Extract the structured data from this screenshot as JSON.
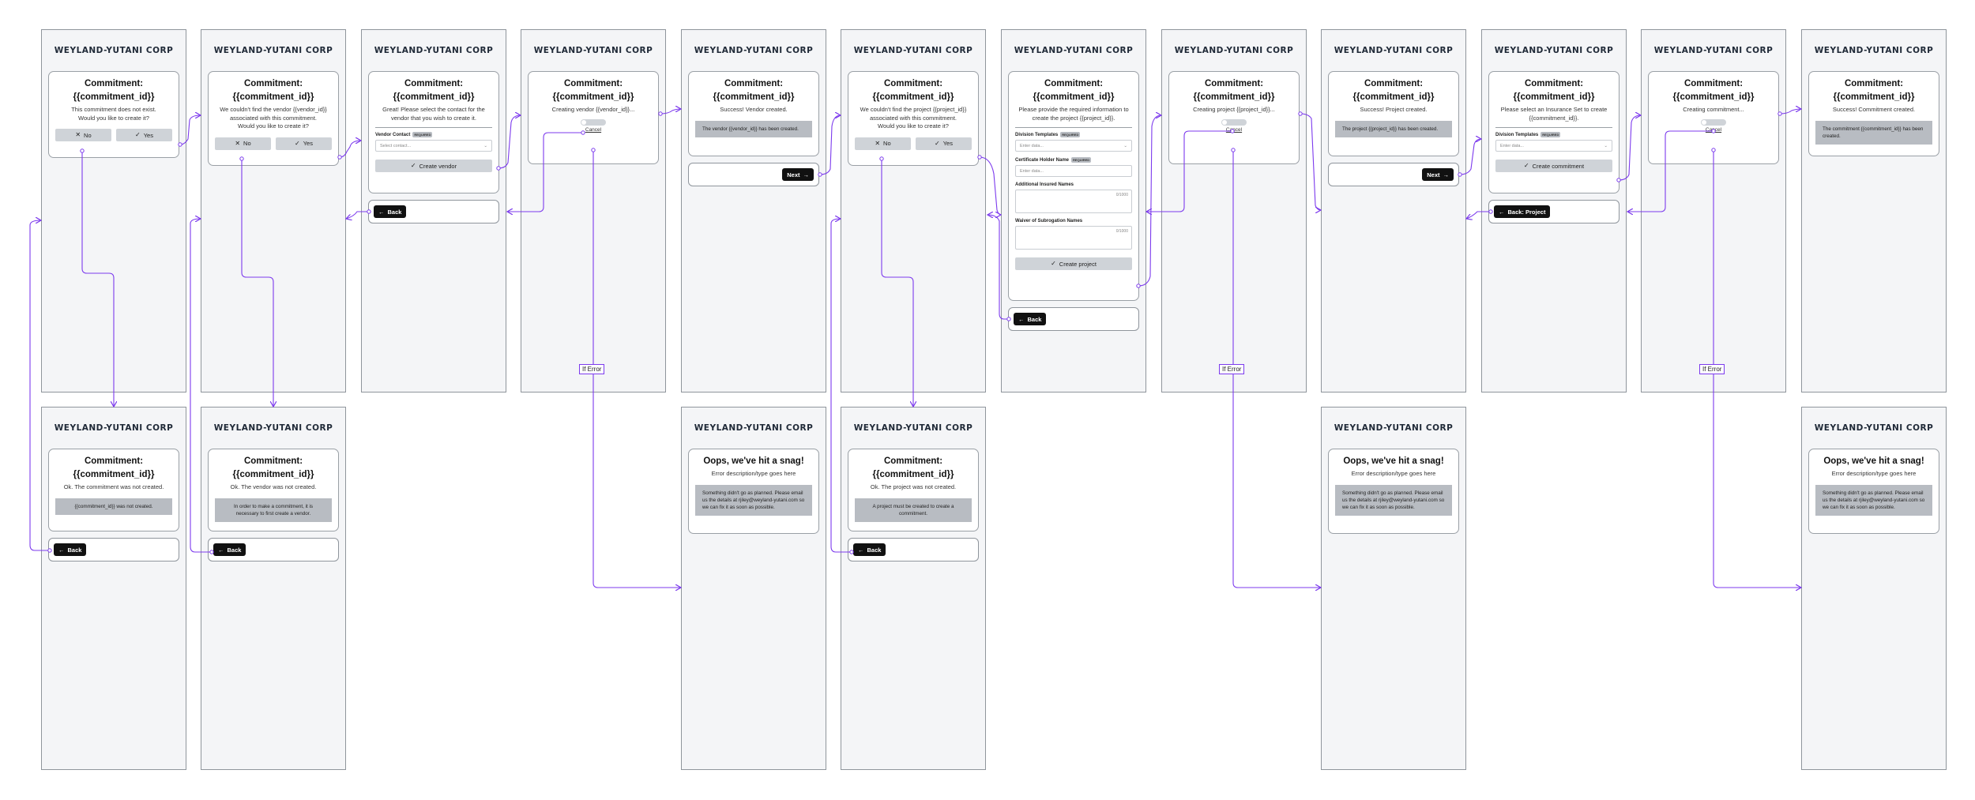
{
  "brand": "WEYLAND-YUTANI CORP",
  "colors": {
    "connector": "#7c3aed",
    "frame_bg": "#f4f5f7",
    "primary_button": "#111111",
    "info_box": "#b8bcc2"
  },
  "icons": {
    "check": "check-icon",
    "close": "x-icon",
    "arrow_left": "arrow-left-icon",
    "arrow_right": "arrow-right-icon",
    "chevron": "chevron-down-icon",
    "resize": "resize-handle-icon"
  },
  "common": {
    "commitment_title": "Commitment:",
    "commitment_id": "{{commitment_id}}",
    "yes": "Yes",
    "no": "No",
    "back": "Back",
    "next": "Next",
    "cancel": "Cancel",
    "if_error": "If Error",
    "required": "REQUIRED",
    "enter_data": "Enter data...",
    "char_count": "0/1000"
  },
  "s1": {
    "msg1": "This commitment does not exist.",
    "msg2": "Would you like to create it?"
  },
  "s2": {
    "msg1": "We couldn't find the vendor {{vendor_id}}",
    "msg2": "associated with this commitment.",
    "msg3": "Would you like to create it?"
  },
  "s3": {
    "msg1": "Great! Please select the contact for the",
    "msg2": "vendor that you wish to create it.",
    "field_label": "Vendor Contact",
    "placeholder": "Select contact...",
    "button": "Create vendor"
  },
  "s4": {
    "msg": "Creating vendor {{vendor_id}}..."
  },
  "s5": {
    "msg": "Success! Vendor created.",
    "box": "The vendor {{vendor_id}} has been created."
  },
  "s6": {
    "msg1": "We couldn't find the project {{project_id}}",
    "msg2": "associated with this commitment.",
    "msg3": "Would you like to create it?"
  },
  "s7": {
    "msg1": "Please provide the required information to",
    "msg2": "create the project {{project_id}}.",
    "f1": "Division Templates",
    "f2": "Certificate Holder Name",
    "f3": "Additional Insured Names",
    "f4": "Waiver of Subrogation Names",
    "button": "Create project"
  },
  "s8": {
    "msg": "Creating project {{project_id}}..."
  },
  "s9": {
    "msg": "Success! Project created.",
    "box": "The project {{project_id}} has been created."
  },
  "s10": {
    "msg1": "Please select an Insurance Set to create",
    "msg2": "{{commitment_id}}.",
    "field_label": "Division Templates",
    "button": "Create commitment",
    "back": "Back: Project"
  },
  "s11": {
    "msg": "Creating commitment..."
  },
  "s12": {
    "msg": "Success! Commitment created.",
    "box": "The commitment {{commitment_id}} has been created."
  },
  "b1": {
    "msg": "Ok. The commitment was not created.",
    "box": "{{commitment_id}} was not created."
  },
  "b2": {
    "msg": "Ok. The vendor was not created.",
    "box": "In order to make a commitment, it is necessary to first create a vendor."
  },
  "err": {
    "title": "Oops, we've hit a snag!",
    "msg": "Error description/type goes here",
    "box_pre": "Something didn't go as planned. Please email us the details at ",
    "email": "rjiley@weyland-yutani.com",
    "box_post": " so we can fix it as soon as possible."
  },
  "b6": {
    "msg": "Ok. The project was not created.",
    "box": "A project must be created to create a commitment."
  }
}
